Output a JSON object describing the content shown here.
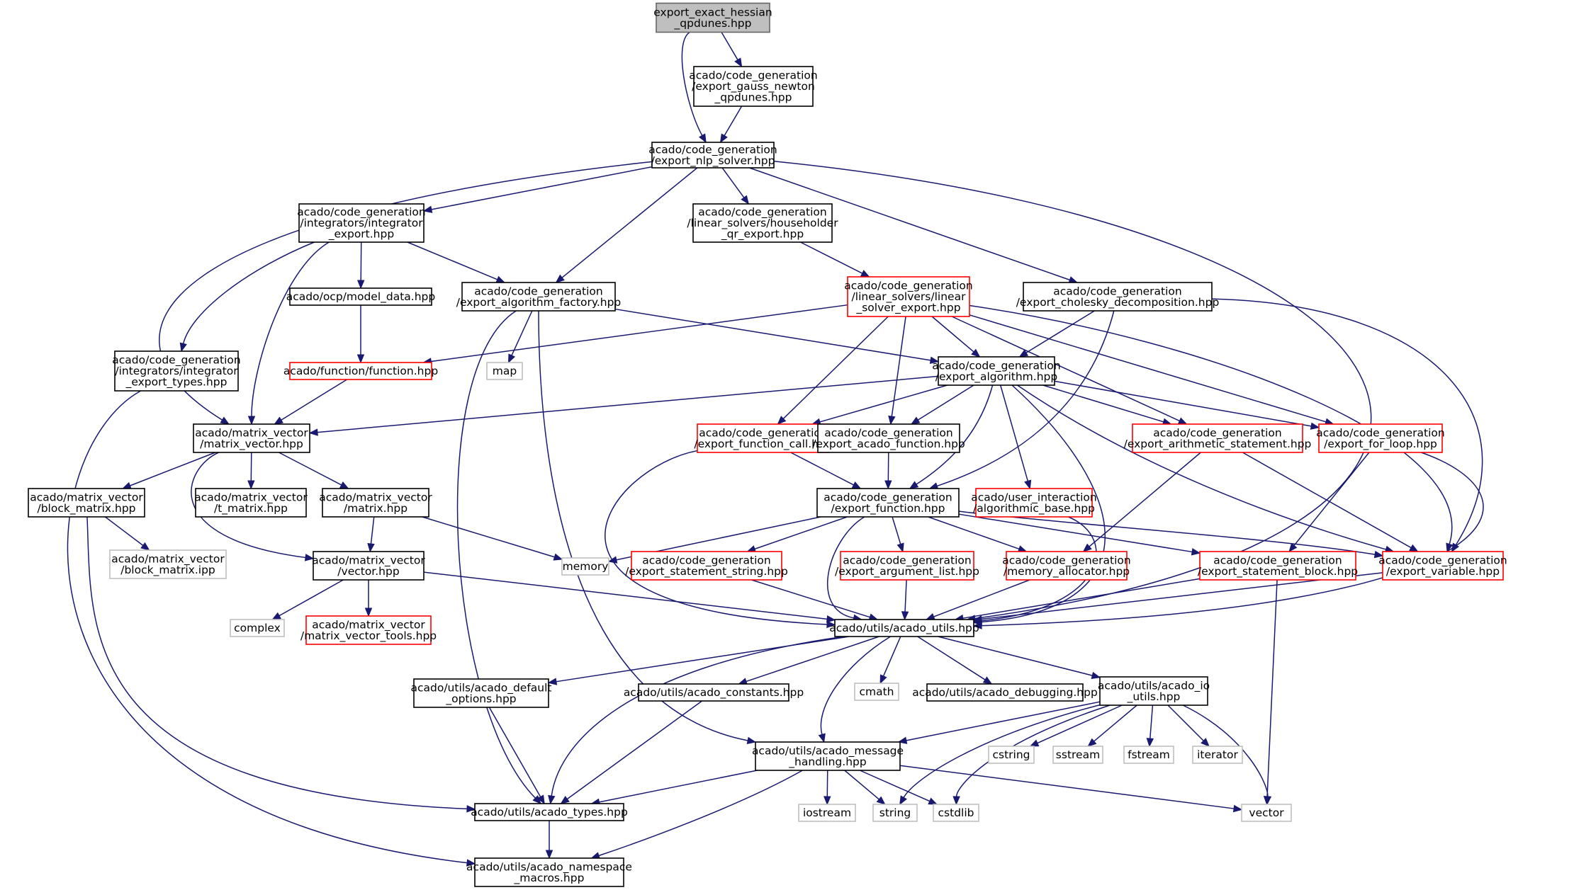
{
  "diagram_title": "",
  "colors": {
    "edge": "#191970",
    "root_fill": "#bfbfbf",
    "truncated_border": "#ff0000",
    "documented_border": "#000000",
    "external_border": "#bfbfbf"
  },
  "nodes": {
    "root": {
      "lines": [
        "export_exact_hessian",
        "_qpdunes.hpp"
      ],
      "kind": "root"
    },
    "gauss_newton": {
      "lines": [
        "acado/code_generation",
        "/export_gauss_newton",
        "_qpdunes.hpp"
      ],
      "kind": "documented"
    },
    "nlp_solver": {
      "lines": [
        "acado/code_generation",
        "/export_nlp_solver.hpp"
      ],
      "kind": "documented"
    },
    "integrator_export": {
      "lines": [
        "acado/code_generation",
        "/integrators/integrator",
        "_export.hpp"
      ],
      "kind": "documented"
    },
    "householder": {
      "lines": [
        "acado/code_generation",
        "/linear_solvers/householder",
        "_qr_export.hpp"
      ],
      "kind": "documented"
    },
    "algorithm_factory": {
      "lines": [
        "acado/code_generation",
        "/export_algorithm_factory.hpp"
      ],
      "kind": "documented"
    },
    "model_data": {
      "lines": [
        "acado/ocp/model_data.hpp"
      ],
      "kind": "documented"
    },
    "linear_solver": {
      "lines": [
        "acado/code_generation",
        "/linear_solvers/linear",
        "_solver_export.hpp"
      ],
      "kind": "truncated"
    },
    "cholesky": {
      "lines": [
        "acado/code_generation",
        "/export_cholesky_decomposition.hpp"
      ],
      "kind": "documented"
    },
    "integrator_types": {
      "lines": [
        "acado/code_generation",
        "/integrators/integrator",
        "_export_types.hpp"
      ],
      "kind": "documented"
    },
    "function": {
      "lines": [
        "acado/function/function.hpp"
      ],
      "kind": "truncated"
    },
    "map": {
      "lines": [
        "map"
      ],
      "kind": "external"
    },
    "algorithm": {
      "lines": [
        "acado/code_generation",
        "/export_algorithm.hpp"
      ],
      "kind": "documented"
    },
    "matrix_vector": {
      "lines": [
        "acado/matrix_vector",
        "/matrix_vector.hpp"
      ],
      "kind": "documented"
    },
    "function_call": {
      "lines": [
        "acado/code_generation",
        "/export_function_call.hpp"
      ],
      "kind": "truncated"
    },
    "acado_function": {
      "lines": [
        "acado/code_generation",
        "/export_acado_function.hpp"
      ],
      "kind": "documented"
    },
    "arithmetic": {
      "lines": [
        "acado/code_generation",
        "/export_arithmetic_statement.hpp"
      ],
      "kind": "truncated"
    },
    "for_loop": {
      "lines": [
        "acado/code_generation",
        "/export_for_loop.hpp"
      ],
      "kind": "truncated"
    },
    "block_matrix": {
      "lines": [
        "acado/matrix_vector",
        "/block_matrix.hpp"
      ],
      "kind": "documented"
    },
    "t_matrix": {
      "lines": [
        "acado/matrix_vector",
        "/t_matrix.hpp"
      ],
      "kind": "documented"
    },
    "matrix": {
      "lines": [
        "acado/matrix_vector",
        "/matrix.hpp"
      ],
      "kind": "documented"
    },
    "export_function": {
      "lines": [
        "acado/code_generation",
        "/export_function.hpp"
      ],
      "kind": "documented"
    },
    "algorithmic_base": {
      "lines": [
        "acado/user_interaction",
        "/algorithmic_base.hpp"
      ],
      "kind": "truncated"
    },
    "block_matrix_ipp": {
      "lines": [
        "acado/matrix_vector",
        "/block_matrix.ipp"
      ],
      "kind": "external"
    },
    "vector": {
      "lines": [
        "acado/matrix_vector",
        "/vector.hpp"
      ],
      "kind": "documented"
    },
    "memory": {
      "lines": [
        "memory"
      ],
      "kind": "external"
    },
    "statement_string": {
      "lines": [
        "acado/code_generation",
        "/export_statement_string.hpp"
      ],
      "kind": "truncated"
    },
    "argument_list": {
      "lines": [
        "acado/code_generation",
        "/export_argument_list.hpp"
      ],
      "kind": "truncated"
    },
    "memory_allocator": {
      "lines": [
        "acado/code_generation",
        "/memory_allocator.hpp"
      ],
      "kind": "truncated"
    },
    "statement_block": {
      "lines": [
        "acado/code_generation",
        "/export_statement_block.hpp"
      ],
      "kind": "truncated"
    },
    "export_variable": {
      "lines": [
        "acado/code_generation",
        "/export_variable.hpp"
      ],
      "kind": "truncated"
    },
    "complex": {
      "lines": [
        "complex"
      ],
      "kind": "external"
    },
    "mv_tools": {
      "lines": [
        "acado/matrix_vector",
        "/matrix_vector_tools.hpp"
      ],
      "kind": "truncated"
    },
    "acado_utils": {
      "lines": [
        "acado/utils/acado_utils.hpp"
      ],
      "kind": "documented"
    },
    "default_options": {
      "lines": [
        "acado/utils/acado_default",
        "_options.hpp"
      ],
      "kind": "documented"
    },
    "constants": {
      "lines": [
        "acado/utils/acado_constants.hpp"
      ],
      "kind": "documented"
    },
    "cmath": {
      "lines": [
        "cmath"
      ],
      "kind": "external"
    },
    "debugging": {
      "lines": [
        "acado/utils/acado_debugging.hpp"
      ],
      "kind": "documented"
    },
    "io_utils": {
      "lines": [
        "acado/utils/acado_io",
        "_utils.hpp"
      ],
      "kind": "documented"
    },
    "message_handling": {
      "lines": [
        "acado/utils/acado_message",
        "_handling.hpp"
      ],
      "kind": "documented"
    },
    "cstring": {
      "lines": [
        "cstring"
      ],
      "kind": "external"
    },
    "sstream": {
      "lines": [
        "sstream"
      ],
      "kind": "external"
    },
    "fstream": {
      "lines": [
        "fstream"
      ],
      "kind": "external"
    },
    "iterator": {
      "lines": [
        "iterator"
      ],
      "kind": "external"
    },
    "iostream": {
      "lines": [
        "iostream"
      ],
      "kind": "external"
    },
    "string": {
      "lines": [
        "string"
      ],
      "kind": "external"
    },
    "cstdlib": {
      "lines": [
        "cstdlib"
      ],
      "kind": "external"
    },
    "vector_std": {
      "lines": [
        "vector"
      ],
      "kind": "external"
    },
    "acado_types": {
      "lines": [
        "acado/utils/acado_types.hpp"
      ],
      "kind": "documented"
    },
    "namespace_macros": {
      "lines": [
        "acado/utils/acado_namespace",
        "_macros.hpp"
      ],
      "kind": "documented"
    }
  },
  "edges": [
    [
      "root",
      "gauss_newton"
    ],
    [
      "root",
      "nlp_solver"
    ],
    [
      "gauss_newton",
      "nlp_solver"
    ],
    [
      "nlp_solver",
      "integrator_export"
    ],
    [
      "nlp_solver",
      "householder"
    ],
    [
      "nlp_solver",
      "algorithm_factory"
    ],
    [
      "nlp_solver",
      "cholesky"
    ],
    [
      "nlp_solver",
      "matrix_vector"
    ],
    [
      "nlp_solver",
      "acado_utils"
    ],
    [
      "integrator_export",
      "model_data"
    ],
    [
      "integrator_export",
      "algorithm_factory"
    ],
    [
      "integrator_export",
      "integrator_types"
    ],
    [
      "integrator_export",
      "matrix_vector"
    ],
    [
      "householder",
      "linear_solver"
    ],
    [
      "model_data",
      "function"
    ],
    [
      "function",
      "matrix_vector"
    ],
    [
      "integrator_types",
      "namespace_macros"
    ],
    [
      "algorithm_factory",
      "map"
    ],
    [
      "algorithm_factory",
      "algorithm"
    ],
    [
      "algorithm_factory",
      "message_handling"
    ],
    [
      "algorithm_factory",
      "acado_types"
    ],
    [
      "linear_solver",
      "function"
    ],
    [
      "linear_solver",
      "algorithm"
    ],
    [
      "linear_solver",
      "function_call"
    ],
    [
      "linear_solver",
      "acado_function"
    ],
    [
      "linear_solver",
      "arithmetic"
    ],
    [
      "linear_solver",
      "for_loop"
    ],
    [
      "linear_solver",
      "export_variable"
    ],
    [
      "cholesky",
      "algorithm"
    ],
    [
      "cholesky",
      "export_function"
    ],
    [
      "cholesky",
      "export_variable"
    ],
    [
      "algorithm",
      "matrix_vector"
    ],
    [
      "algorithm",
      "function_call"
    ],
    [
      "algorithm",
      "acado_function"
    ],
    [
      "algorithm",
      "export_function"
    ],
    [
      "algorithm",
      "algorithmic_base"
    ],
    [
      "algorithm",
      "arithmetic"
    ],
    [
      "algorithm",
      "for_loop"
    ],
    [
      "algorithm",
      "export_variable"
    ],
    [
      "algorithm",
      "acado_utils"
    ],
    [
      "function_call",
      "export_function"
    ],
    [
      "function_call",
      "acado_utils"
    ],
    [
      "acado_function",
      "export_function"
    ],
    [
      "arithmetic",
      "memory_allocator"
    ],
    [
      "arithmetic",
      "export_variable"
    ],
    [
      "for_loop",
      "statement_block"
    ],
    [
      "for_loop",
      "acado_utils"
    ],
    [
      "matrix_vector",
      "block_matrix"
    ],
    [
      "matrix_vector",
      "t_matrix"
    ],
    [
      "matrix_vector",
      "matrix"
    ],
    [
      "matrix_vector",
      "vector"
    ],
    [
      "block_matrix",
      "block_matrix_ipp"
    ],
    [
      "block_matrix",
      "acado_types"
    ],
    [
      "matrix",
      "vector"
    ],
    [
      "matrix",
      "memory"
    ],
    [
      "export_function",
      "memory"
    ],
    [
      "export_function",
      "statement_string"
    ],
    [
      "export_function",
      "argument_list"
    ],
    [
      "export_function",
      "memory_allocator"
    ],
    [
      "export_function",
      "statement_block"
    ],
    [
      "export_function",
      "export_variable"
    ],
    [
      "export_function",
      "acado_utils"
    ],
    [
      "algorithmic_base",
      "acado_utils"
    ],
    [
      "vector",
      "complex"
    ],
    [
      "vector",
      "mv_tools"
    ],
    [
      "vector",
      "acado_utils"
    ],
    [
      "statement_string",
      "acado_utils"
    ],
    [
      "argument_list",
      "acado_utils"
    ],
    [
      "memory_allocator",
      "acado_utils"
    ],
    [
      "statement_block",
      "acado_utils"
    ],
    [
      "statement_block",
      "vector_std"
    ],
    [
      "export_variable",
      "acado_utils"
    ],
    [
      "acado_utils",
      "default_options"
    ],
    [
      "acado_utils",
      "constants"
    ],
    [
      "acado_utils",
      "cmath"
    ],
    [
      "acado_utils",
      "debugging"
    ],
    [
      "acado_utils",
      "io_utils"
    ],
    [
      "acado_utils",
      "message_handling"
    ],
    [
      "acado_utils",
      "acado_types"
    ],
    [
      "default_options",
      "acado_types"
    ],
    [
      "constants",
      "acado_types"
    ],
    [
      "io_utils",
      "message_handling"
    ],
    [
      "io_utils",
      "cstring"
    ],
    [
      "io_utils",
      "sstream"
    ],
    [
      "io_utils",
      "fstream"
    ],
    [
      "io_utils",
      "iterator"
    ],
    [
      "io_utils",
      "string"
    ],
    [
      "io_utils",
      "cstdlib"
    ],
    [
      "io_utils",
      "vector_std"
    ],
    [
      "message_handling",
      "iostream"
    ],
    [
      "message_handling",
      "string"
    ],
    [
      "message_handling",
      "cstdlib"
    ],
    [
      "message_handling",
      "vector_std"
    ],
    [
      "message_handling",
      "acado_types"
    ],
    [
      "message_handling",
      "namespace_macros"
    ],
    [
      "acado_types",
      "namespace_macros"
    ]
  ]
}
